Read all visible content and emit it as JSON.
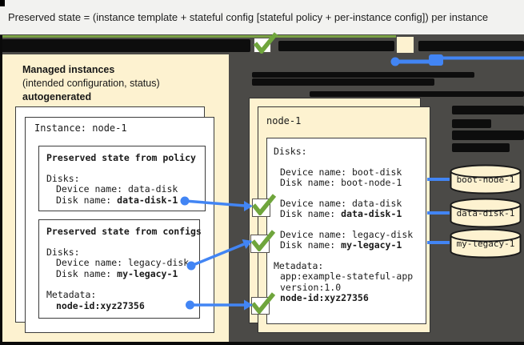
{
  "header": {
    "title": "Preserved state = (instance template + stateful config [stateful policy + per-instance config]) per instance"
  },
  "colors": {
    "accent_green": "#6FA53C",
    "accent_blue": "#4285F4",
    "panel_cream": "#FDF2D0",
    "canvas_gray": "#4B4A47"
  },
  "icons": {
    "check_icon": "✓",
    "connector_dot_icon": "●",
    "disk_cylinder_icon": "cylinder"
  },
  "managed_panel": {
    "title": "Managed instances",
    "subtitle": "(intended configuration, status)",
    "note": "autogenerated",
    "instance_card": {
      "title": "Instance: node-1",
      "policy_box": {
        "title": "Preserved state from policy",
        "disks_label": "Disks:",
        "device_line": "Device name: data-disk",
        "disk_label": "Disk name: ",
        "disk_value": "data-disk-1"
      },
      "configs_box": {
        "title": "Preserved state from configs",
        "disks_label": "Disks:",
        "device_line": "Device name: legacy-disk",
        "disk_label": "Disk name: ",
        "disk_value": "my-legacy-1",
        "metadata_label": "Metadata:",
        "metadata_value": "node-id:xyz27356"
      }
    }
  },
  "vm_card": {
    "title": "node-1",
    "disks_label": "Disks:",
    "disk_rows": [
      {
        "device_line": "Device name: boot-disk",
        "disk_label": "Disk name: ",
        "disk_value": "boot-node-1"
      },
      {
        "device_line": "Device name: data-disk",
        "disk_label": "Disk name: ",
        "disk_value": "data-disk-1"
      },
      {
        "device_line": "Device name: legacy-disk",
        "disk_label": "Disk name: ",
        "disk_value": "my-legacy-1"
      }
    ],
    "metadata_label": "Metadata:",
    "metadata_lines": [
      "app:example-stateful-app",
      "version:1.0"
    ],
    "metadata_bold_line": "node-id:xyz27356"
  },
  "cylinders": [
    {
      "label": "boot-node-1"
    },
    {
      "label": "data-disk-1"
    },
    {
      "label": "my-legacy-1"
    }
  ]
}
